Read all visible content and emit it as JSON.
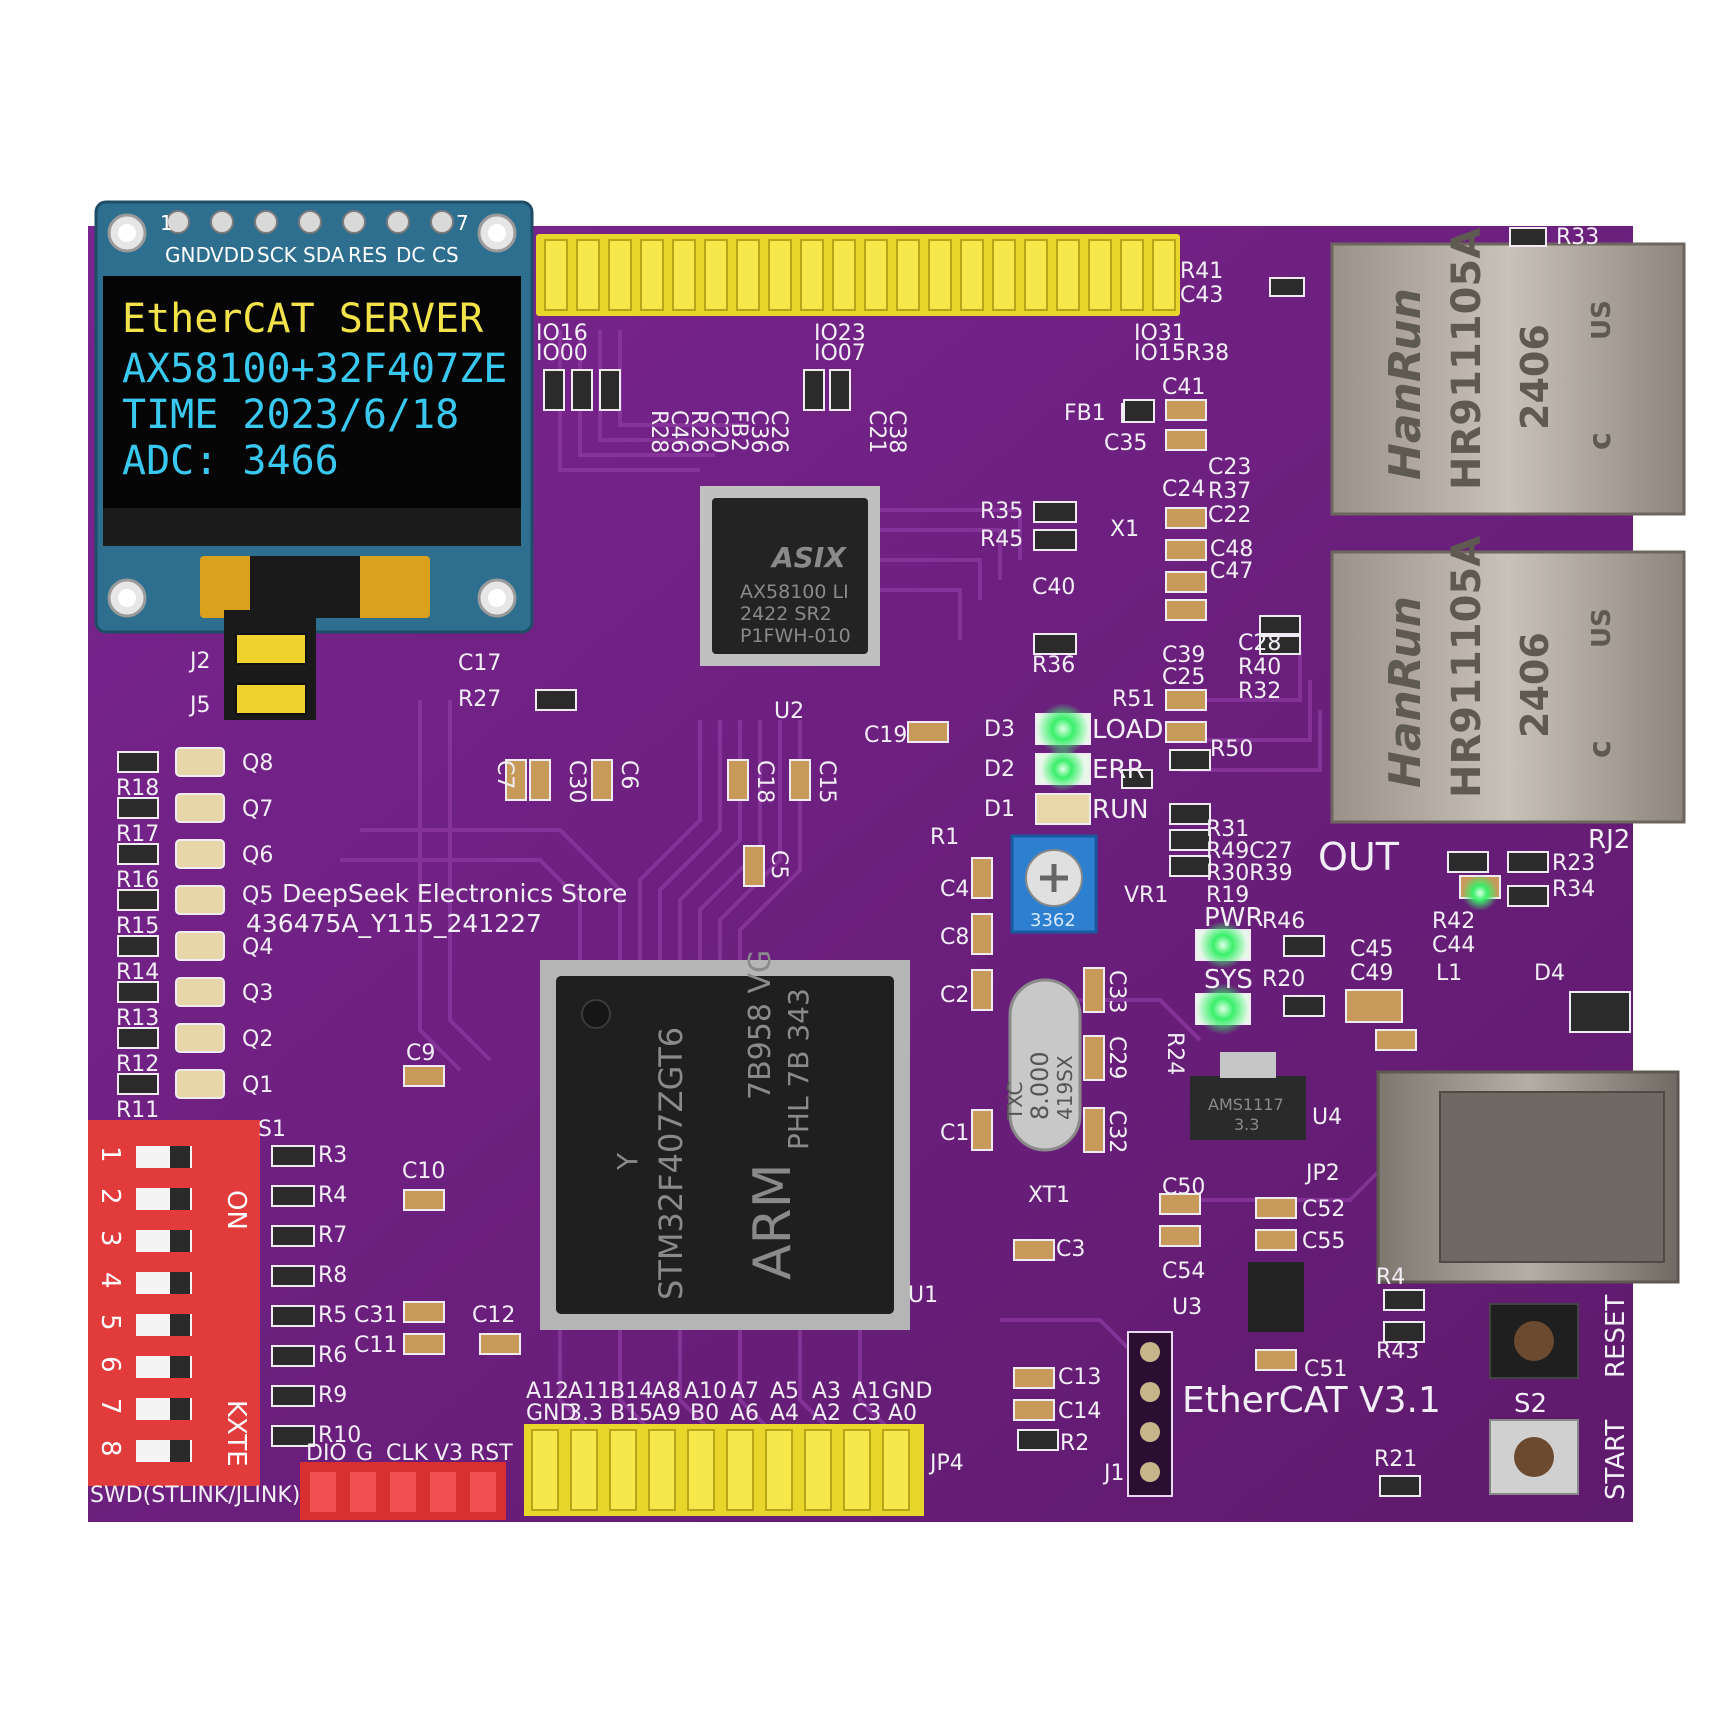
{
  "oled": {
    "pin_labels": [
      "GND",
      "VDD",
      "SCK",
      "SDA",
      "RES",
      "DC",
      "CS"
    ],
    "pin_first": "1",
    "pin_last": "7",
    "line1": "EtherCAT  SERVER",
    "line2": "AX58100+32F407ZE",
    "line3": "TIME  2023/6/18",
    "line4": "ADC:   3466",
    "line1_color": "#f2e34a",
    "info_color": "#39c9f0"
  },
  "board": {
    "color": "#6d1f7e",
    "title": "EtherCAT  V3.1",
    "store_line1": "DeepSeek Electronics Store",
    "store_line2": "436475A_Y115_241227",
    "out_label": "OUT",
    "rj2_label": "RJ2",
    "swd_label": "SWD(STLINK/JLINK)",
    "swd_pins": [
      "DIO",
      "G",
      "CLK",
      "V3",
      "RST"
    ],
    "reset_label": "RESET",
    "start_label": "START",
    "s2_label": "S2"
  },
  "chips": {
    "u2_brand": "ASIX",
    "u2_line1": "AX58100 LI",
    "u2_line2": "2422    SR2",
    "u2_line3": "P1FWH-010",
    "u1_line1": "STM32F407ZGT6",
    "u1_line2": "7B958 VG",
    "u1_line3": "PHL 7B 343",
    "u1_arm": "ARM",
    "u1_y": "Y",
    "xt1_line1": "TXC",
    "xt1_line2": "8.000",
    "xt1_line3": "419SX",
    "vr1_code": "3362",
    "u4_line1": "AMS1117",
    "u4_line2": "3.3"
  },
  "jacks": {
    "brand": "HanRun",
    "model": "HR911105A",
    "date": "2406",
    "cert_prefix": "c",
    "cert_suffix": "US"
  },
  "leds": {
    "load": "LOAD",
    "err": "ERR",
    "run": "RUN",
    "pwr": "PWR",
    "sys": "SYS",
    "green": "#39f06a"
  },
  "dip": {
    "label_on": "ON",
    "label_brand": "KXTE",
    "numbers": [
      "1",
      "2",
      "3",
      "4",
      "5",
      "6",
      "7",
      "8"
    ]
  },
  "headers": {
    "jp4_top": [
      "A12",
      "A11",
      "B14",
      "A8",
      "A10",
      "A7",
      "A5",
      "A3",
      "A1",
      "GND"
    ],
    "jp4_bottom": [
      "GND",
      "3.3",
      "B15",
      "A9",
      "B0",
      "A6",
      "A4",
      "A2",
      "C3",
      "A0"
    ],
    "jp4": "JP4",
    "top_io": [
      "IO16",
      "IO00",
      "IO23",
      "IO07",
      "IO31",
      "IO15R38"
    ]
  },
  "refs": {
    "left_r": [
      "R18",
      "R17",
      "R16",
      "R15",
      "R14",
      "R13",
      "R12",
      "R11"
    ],
    "left_q": [
      "Q8",
      "Q7",
      "Q6",
      "Q5",
      "Q4",
      "Q3",
      "Q2",
      "Q1"
    ],
    "dip_r": [
      "R3",
      "R4",
      "R7",
      "R8",
      "R5",
      "R6",
      "R9",
      "R10"
    ],
    "s1": "S1",
    "c31": "C31",
    "c11": "C11",
    "c12": "C12",
    "c10": "C10",
    "c9": "C9",
    "j2": "J2",
    "j5": "J5",
    "c17": "C17",
    "r27": "R27",
    "c7": "C7",
    "c30": "C30",
    "c6": "C6",
    "c18": "C18",
    "c15": "C15",
    "c5": "C5",
    "u2": "U2",
    "c19": "C19",
    "r41": "R41",
    "c43": "C43",
    "col_top": [
      "R28",
      "C46",
      "R26",
      "C20",
      "FB2",
      "C36",
      "C26"
    ],
    "col_top2": [
      "C21",
      "C38"
    ],
    "fb1": "FB1",
    "c41": "C41",
    "c35": "C35",
    "c24": "C24",
    "r35": "R35",
    "r45": "R45",
    "x1": "X1",
    "c48": "C48",
    "c47": "C47",
    "c40": "C40",
    "r36": "R36",
    "c39": "C39",
    "c25": "C25",
    "r51": "R51",
    "r50": "R50",
    "c28": "C28",
    "r40": "R40",
    "r32": "R32",
    "c23": "C23",
    "r37": "R37",
    "c22": "C22",
    "r33": "R33",
    "d3": "D3",
    "d2": "D2",
    "d1": "D1",
    "r1": "R1",
    "r31": "R31",
    "r49c27": "R49C27",
    "r30r39": "R30R39",
    "r19": "R19",
    "vr1": "VR1",
    "c4": "C4",
    "c8": "C8",
    "c2": "C2",
    "c1": "C1",
    "xt1": "XT1",
    "c33": "C33",
    "c29": "C29",
    "r24": "R24",
    "c32": "C32",
    "u1": "U1",
    "c3": "C3",
    "r46": "R46",
    "r20": "R20",
    "c45": "C45",
    "c49": "C49",
    "c44": "C44",
    "l1": "L1",
    "d4": "D4",
    "r42": "R42",
    "r23": "R23",
    "r34": "R34",
    "u4": "U4",
    "jp2": "JP2",
    "c50": "C50",
    "c52": "C52",
    "c55": "C55",
    "c54": "C54",
    "u3": "U3",
    "c51": "C51",
    "r4x": "R4",
    "r43": "R43",
    "r21": "R21",
    "c13": "C13",
    "c14": "C14",
    "r2": "R2",
    "j1": "J1"
  }
}
